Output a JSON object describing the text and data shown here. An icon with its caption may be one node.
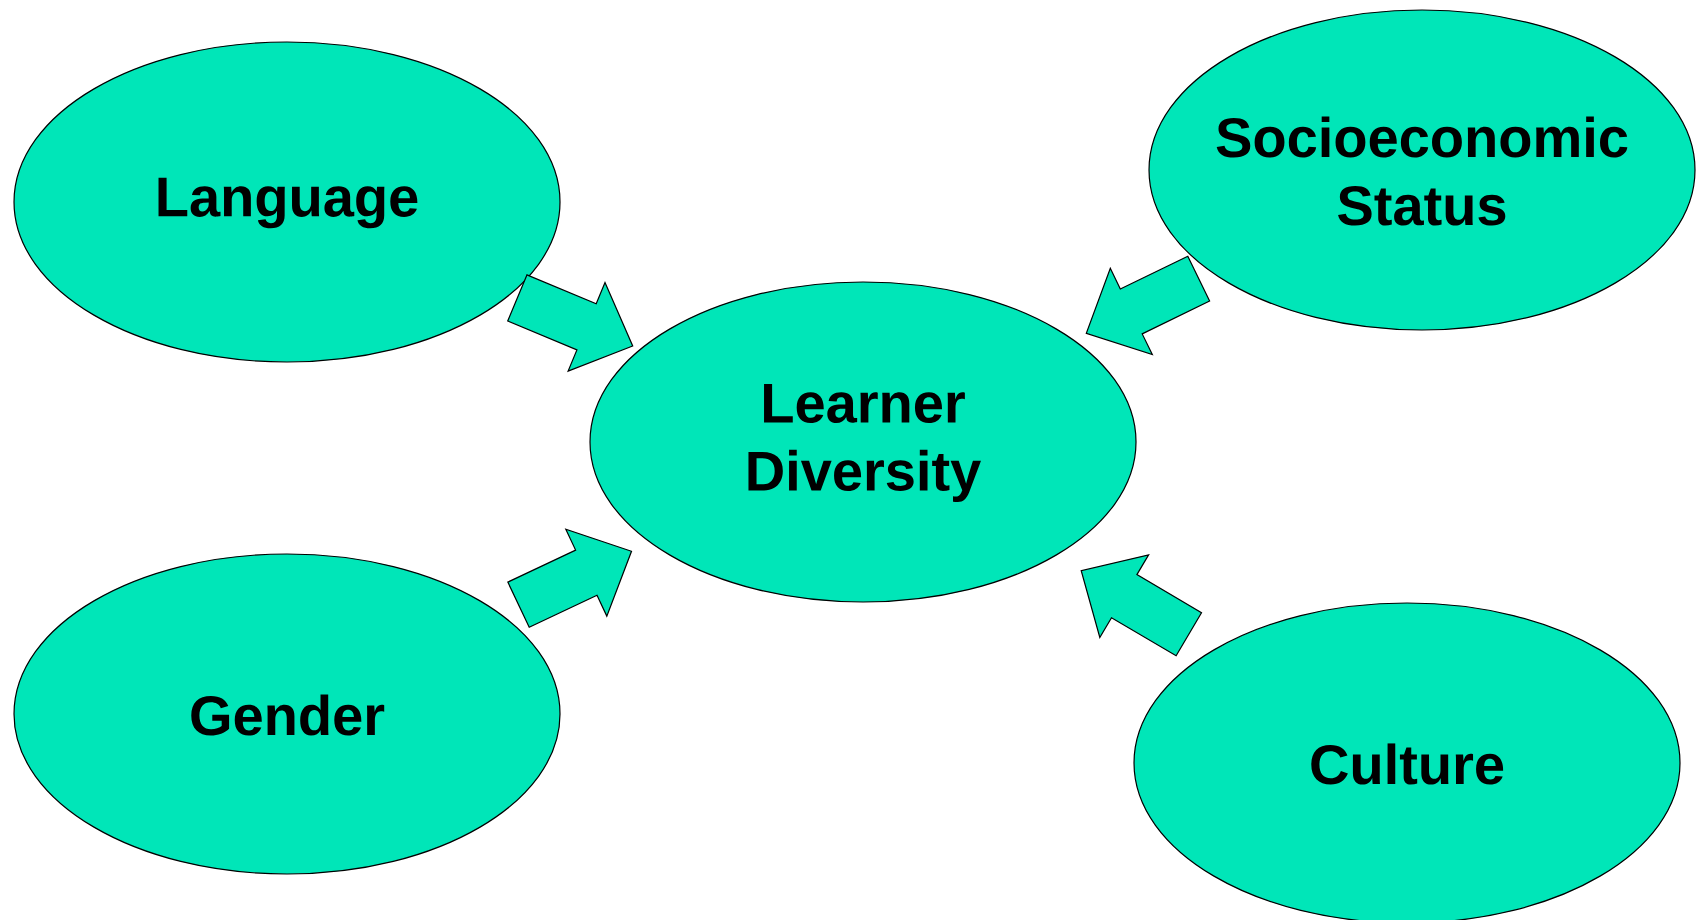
{
  "diagram": {
    "nodes": [
      {
        "text": [
          "Language"
        ]
      },
      {
        "text": [
          "Socioeconomic Status"
        ]
      },
      {
        "text": [
          "Learner Diversity"
        ]
      },
      {
        "text": [
          "Gender"
        ]
      },
      {
        "text": [
          "Culture"
        ]
      }
    ],
    "edges": [
      {
        "from": 0,
        "to": 2,
        "arrow": "to"
      },
      {
        "from": 1,
        "to": 2,
        "arrow": "to"
      },
      {
        "from": 3,
        "to": 2,
        "arrow": "to"
      },
      {
        "from": 4,
        "to": 2,
        "arrow": "to"
      }
    ]
  }
}
